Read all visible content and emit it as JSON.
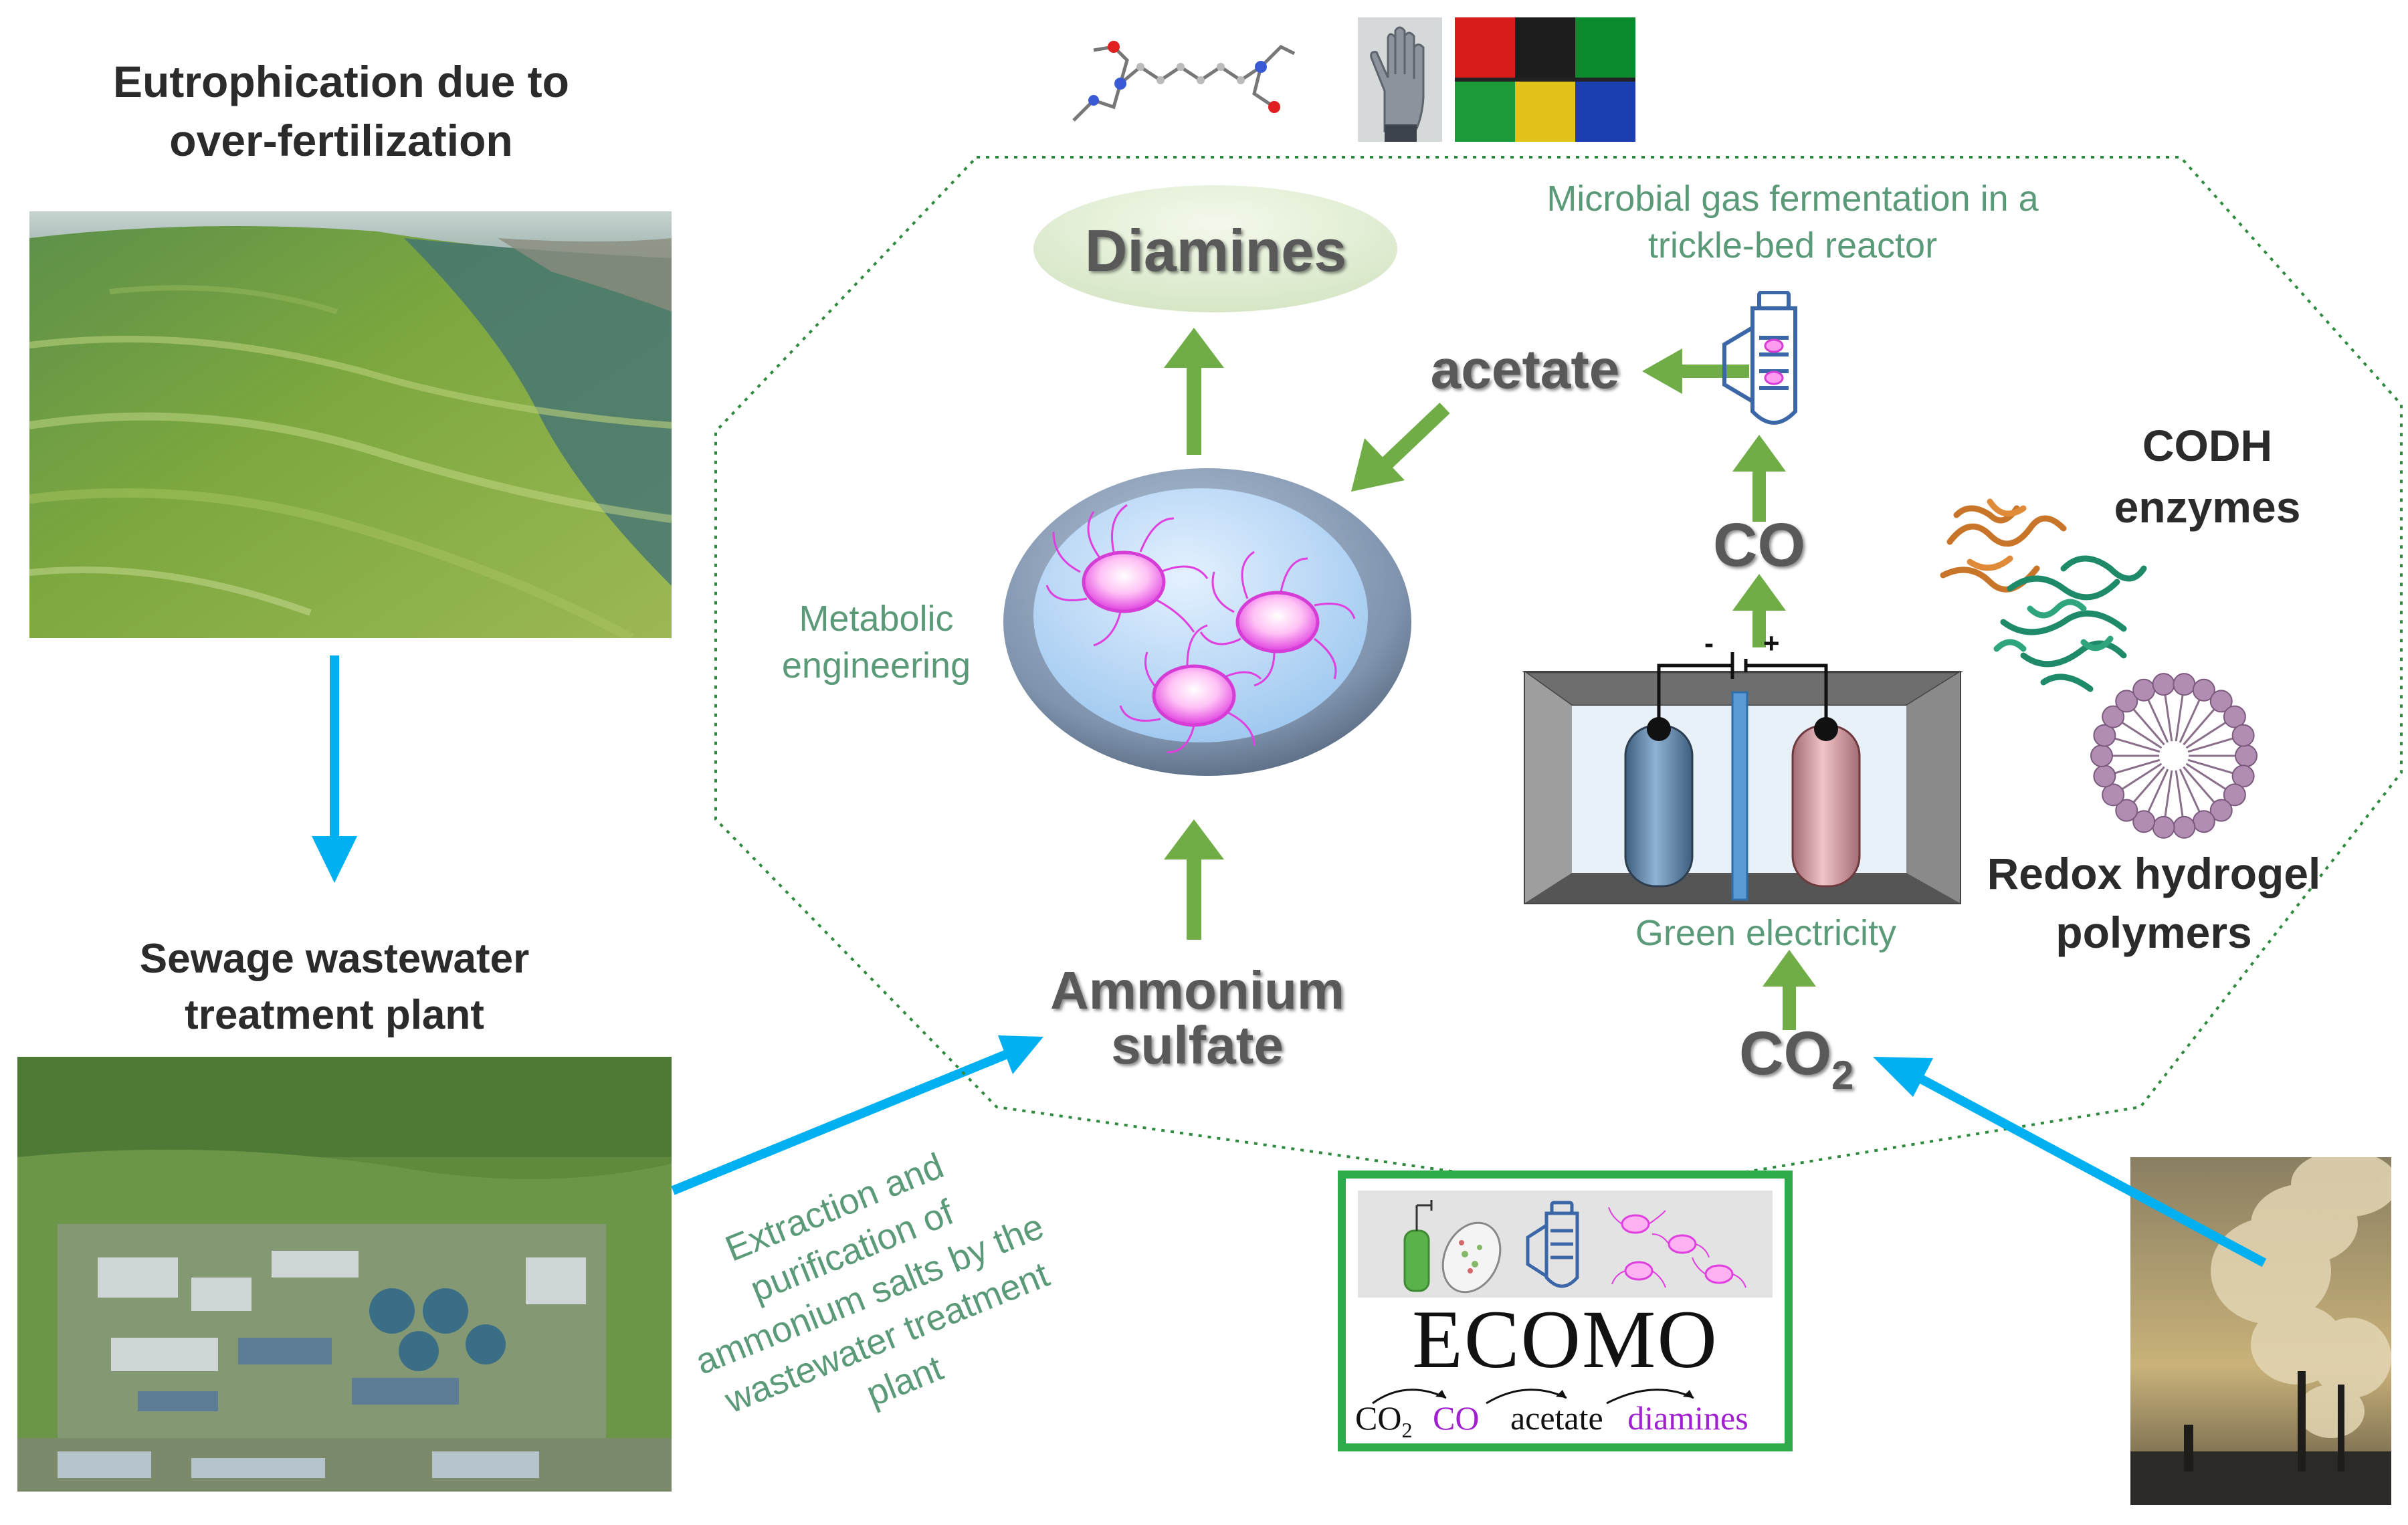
{
  "eutrophication_title": "Eutrophication due to over-fertilization",
  "sewage_title": "Sewage wastewater treatment plant",
  "extraction_label": "Extraction and purification of ammonium salts by the wastewater treatment plant",
  "diamines_label": "Diamines",
  "acetate_label": "acetate",
  "co_label": "CO",
  "co2_label": "CO",
  "co2_subscript": "2",
  "ammonium_label": "Ammonium sulfate",
  "metabolic_label": "Metabolic engineering",
  "gas_fermentation_label": "Microbial gas fermentation in a trickle-bed reactor",
  "green_electricity_label": "Green electricity",
  "codh_label": "CODH enzymes",
  "redox_label": "Redox hydrogel polymers",
  "electrode_minus": "-",
  "electrode_plus": "+",
  "ecomo": {
    "title": "ECOMO",
    "chain_co2": "CO",
    "chain_co2_sub": "2",
    "chain_co": "CO",
    "chain_acetate": "acetate",
    "chain_diamines": "diamines"
  },
  "colors": {
    "green_arrow": "#70ad47",
    "blue_arrow": "#00b0f0",
    "label_green": "#5a9a78",
    "ecomo_border": "#2eab4a",
    "bacteria": "#e040e0"
  }
}
